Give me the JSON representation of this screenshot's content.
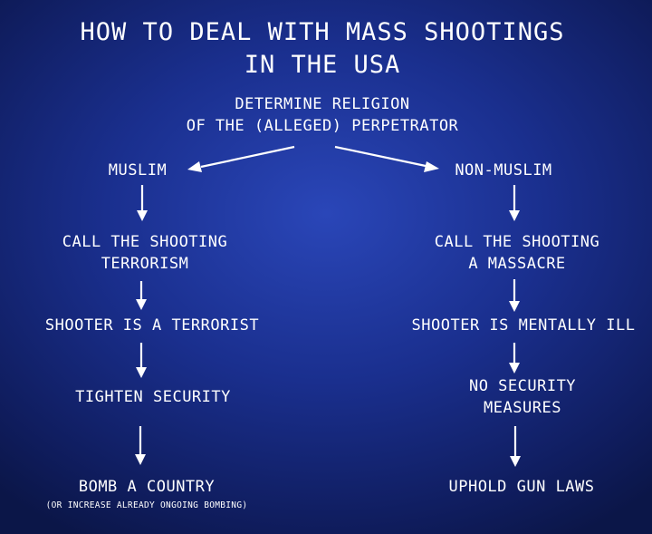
{
  "title": {
    "line1": "HOW TO DEAL WITH MASS SHOOTINGS",
    "line2": "IN THE USA"
  },
  "root": {
    "line1": "DETERMINE RELIGION",
    "line2": "OF THE (ALLEGED) PERPETRATOR"
  },
  "left": {
    "branch": "MUSLIM",
    "step1": {
      "line1": "CALL THE SHOOTING",
      "line2": "TERRORISM"
    },
    "step2": "SHOOTER IS A TERRORIST",
    "step3": "TIGHTEN SECURITY",
    "step4": "BOMB A COUNTRY",
    "note": "(OR INCREASE ALREADY ONGOING BOMBING)"
  },
  "right": {
    "branch": "NON-MUSLIM",
    "step1": {
      "line1": "CALL THE SHOOTING",
      "line2": "A MASSACRE"
    },
    "step2": "SHOOTER IS MENTALLY ILL",
    "step3": {
      "line1": "NO SECURITY",
      "line2": "MEASURES"
    },
    "step4": "UPHOLD GUN LAWS"
  }
}
